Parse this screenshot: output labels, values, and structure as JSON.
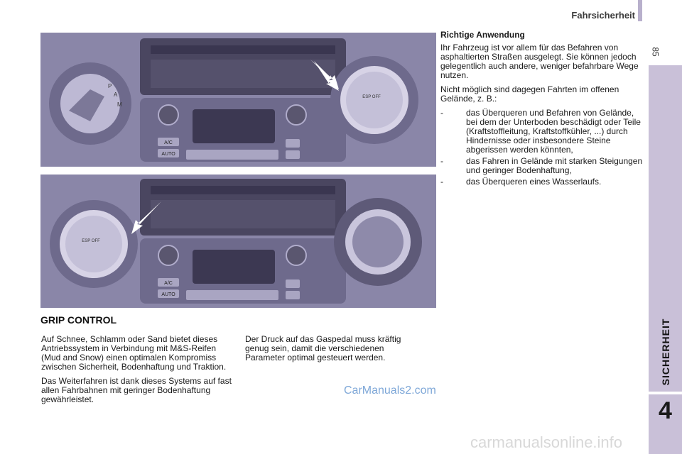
{
  "header": {
    "title": "Fahrsicherheit",
    "page_number": "85"
  },
  "sidebar": {
    "chapter_label": "SICHERHEIT",
    "chapter_number": "4"
  },
  "photos": {
    "panel_labels": {
      "ac": "A/C",
      "auto": "AUTO",
      "esp_off": "ESP OFF"
    },
    "selector_letters": [
      "P",
      "A",
      "M"
    ]
  },
  "section": {
    "heading": "GRIP CONTROL",
    "col1": [
      "Auf Schnee, Schlamm oder Sand bietet dieses Antriebssystem in Verbindung mit M&S-Reifen (Mud and Snow) einen optimalen Kompromiss zwischen Sicherheit, Bodenhaftung und Traktion.",
      "Das Weiterfahren ist dank dieses Systems auf fast allen Fahrbahnen mit geringer Bodenhaftung gewährleistet."
    ],
    "col2": [
      "Der Druck auf das Gaspedal muss kräftig genug sein, damit die verschiedenen Parameter optimal gesteuert werden."
    ]
  },
  "right": {
    "title": "Richtige Anwendung",
    "p1": "Ihr Fahrzeug ist vor allem für das Befahren von asphaltierten Straßen ausgelegt. Sie können jedoch gelegentlich auch andere, weniger befahrbare Wege nutzen.",
    "p2": "Nicht möglich sind dagegen Fahrten im offenen Gelände, z. B.:",
    "items": [
      "das Überqueren und Befahren von Gelände, bei dem der Unterboden beschädigt oder Teile (Kraftstoffleitung, Kraftstoffkühler, ...) durch Hindernisse oder insbesondere Steine abgerissen werden könnten,",
      "das Fahren in Gelände mit starken Steigungen und geringer Bodenhaftung,",
      "das Überqueren eines Wasserlaufs."
    ]
  },
  "watermarks": {
    "w1": "CarManuals2.com",
    "w2": "carmanualsonline.info"
  },
  "colors": {
    "photo": "#8a86a8",
    "tab": "#c9c0d8",
    "arrow": "#ffffff"
  }
}
